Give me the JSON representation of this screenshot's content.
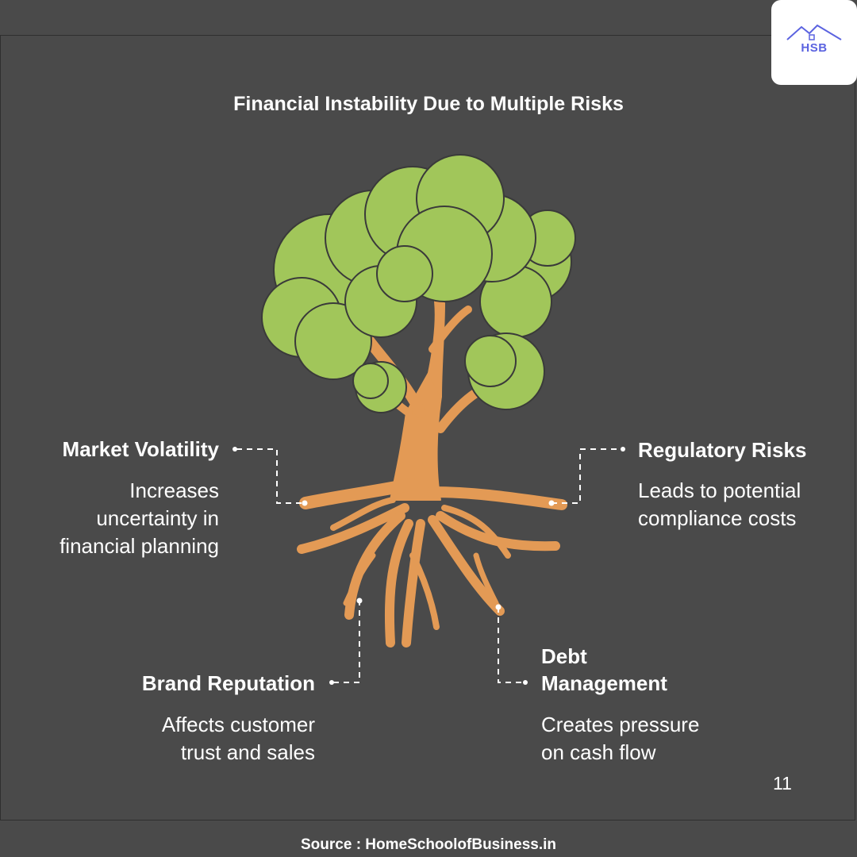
{
  "title": "Financial Instability Due to Multiple Risks",
  "logo": {
    "text": "HSB"
  },
  "items": [
    {
      "label": "Market Volatility",
      "description_lines": [
        "Increases",
        "uncertainty in",
        "financial planning"
      ]
    },
    {
      "label": "Regulatory Risks",
      "description_lines": [
        "Leads to potential",
        "compliance costs"
      ]
    },
    {
      "label": "Brand Reputation",
      "description_lines": [
        "Affects customer",
        "trust and sales"
      ]
    },
    {
      "label_lines": [
        "Debt",
        "Management"
      ],
      "description_lines": [
        "Creates pressure",
        "on cash flow"
      ]
    }
  ],
  "page_number": "11",
  "source": "Source : HomeSchoolofBusiness.in",
  "colors": {
    "background": "#4a4a4a",
    "foliage": "#a1c65a",
    "trunk": "#e39a55",
    "text": "#ffffff",
    "logo": "#5b63e0"
  }
}
